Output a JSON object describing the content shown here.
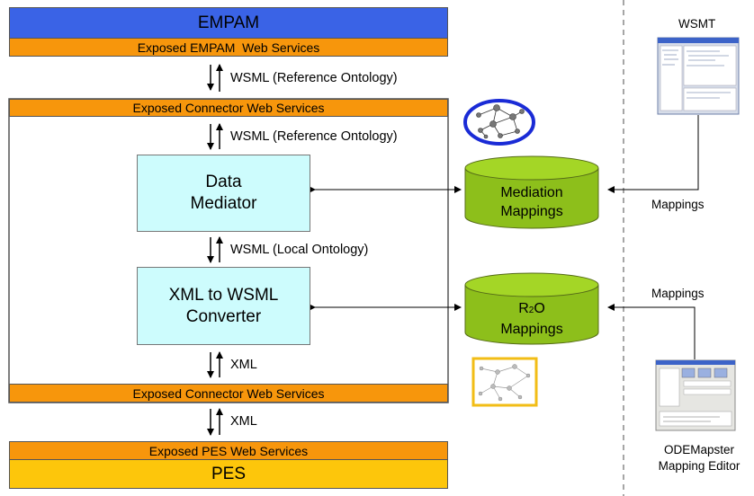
{
  "empam": {
    "title": "EMPAM",
    "services": "Exposed EMPAM  Web Services"
  },
  "connector": {
    "top_services": "Exposed Connector Web Services",
    "bottom_services": "Exposed Connector Web Services",
    "data_mediator": [
      "Data",
      "Mediator"
    ],
    "converter": [
      "XML to WSML",
      "Converter"
    ]
  },
  "pes": {
    "services": "Exposed PES Web Services",
    "title": "PES"
  },
  "flows": {
    "empam_connector": "WSML (Reference Ontology)",
    "connector_mediator": "WSML (Reference Ontology)",
    "mediator_converter": "WSML (Local Ontology)",
    "converter_services": "XML",
    "connector_pes": "XML"
  },
  "stores": {
    "mediation": [
      "Mediation",
      "Mappings"
    ],
    "r2o_prefix": "R",
    "r2o_sub": "2",
    "r2o_suffix": "O",
    "r2o_line2": "Mappings"
  },
  "tools": {
    "wsmt": "WSMT",
    "wsmt_edge": "Mappings",
    "ode_edge": "Mappings",
    "ode_line1": "ODEMapster",
    "ode_line2": "Mapping Editor"
  },
  "colors": {
    "empam": "#3a63e6",
    "services": "#f7960c",
    "pes": "#fdc60b",
    "component": "#cdfcfd",
    "store": "#8dbf1b",
    "ellipse": "#1a2bd6"
  }
}
